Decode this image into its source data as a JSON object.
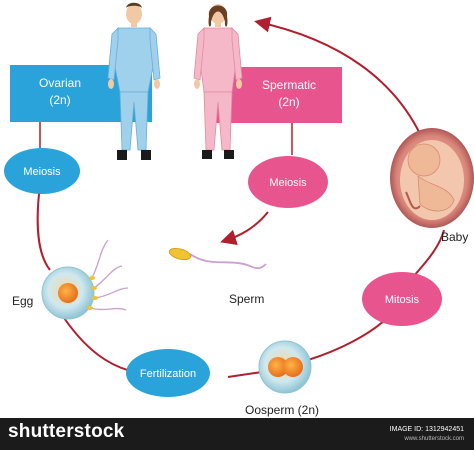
{
  "diagram": {
    "parent_boxes": {
      "left": {
        "name": "Ovarian",
        "ploidy": "(2n)",
        "color": "#29a3da"
      },
      "right": {
        "name": "Spermatic",
        "ploidy": "(2n)",
        "color": "#e8558e"
      }
    },
    "process_nodes": {
      "meiosis_left": "Meiosis",
      "meiosis_right": "Meiosis",
      "fertilization": "Fertilization",
      "mitosis": "Mitosis"
    },
    "stage_labels": {
      "egg": "Egg",
      "sperm": "Sperm",
      "oosperm": "Oosperm (2n)",
      "baby": "Baby"
    },
    "colors": {
      "blue": "#29a3da",
      "pink": "#e8558e",
      "cycle_line": "#b01f2e"
    }
  },
  "watermark": {
    "brand": "shutterstock",
    "image_id": "IMAGE ID: 1312942451",
    "site": "www.shutterstock.com"
  }
}
